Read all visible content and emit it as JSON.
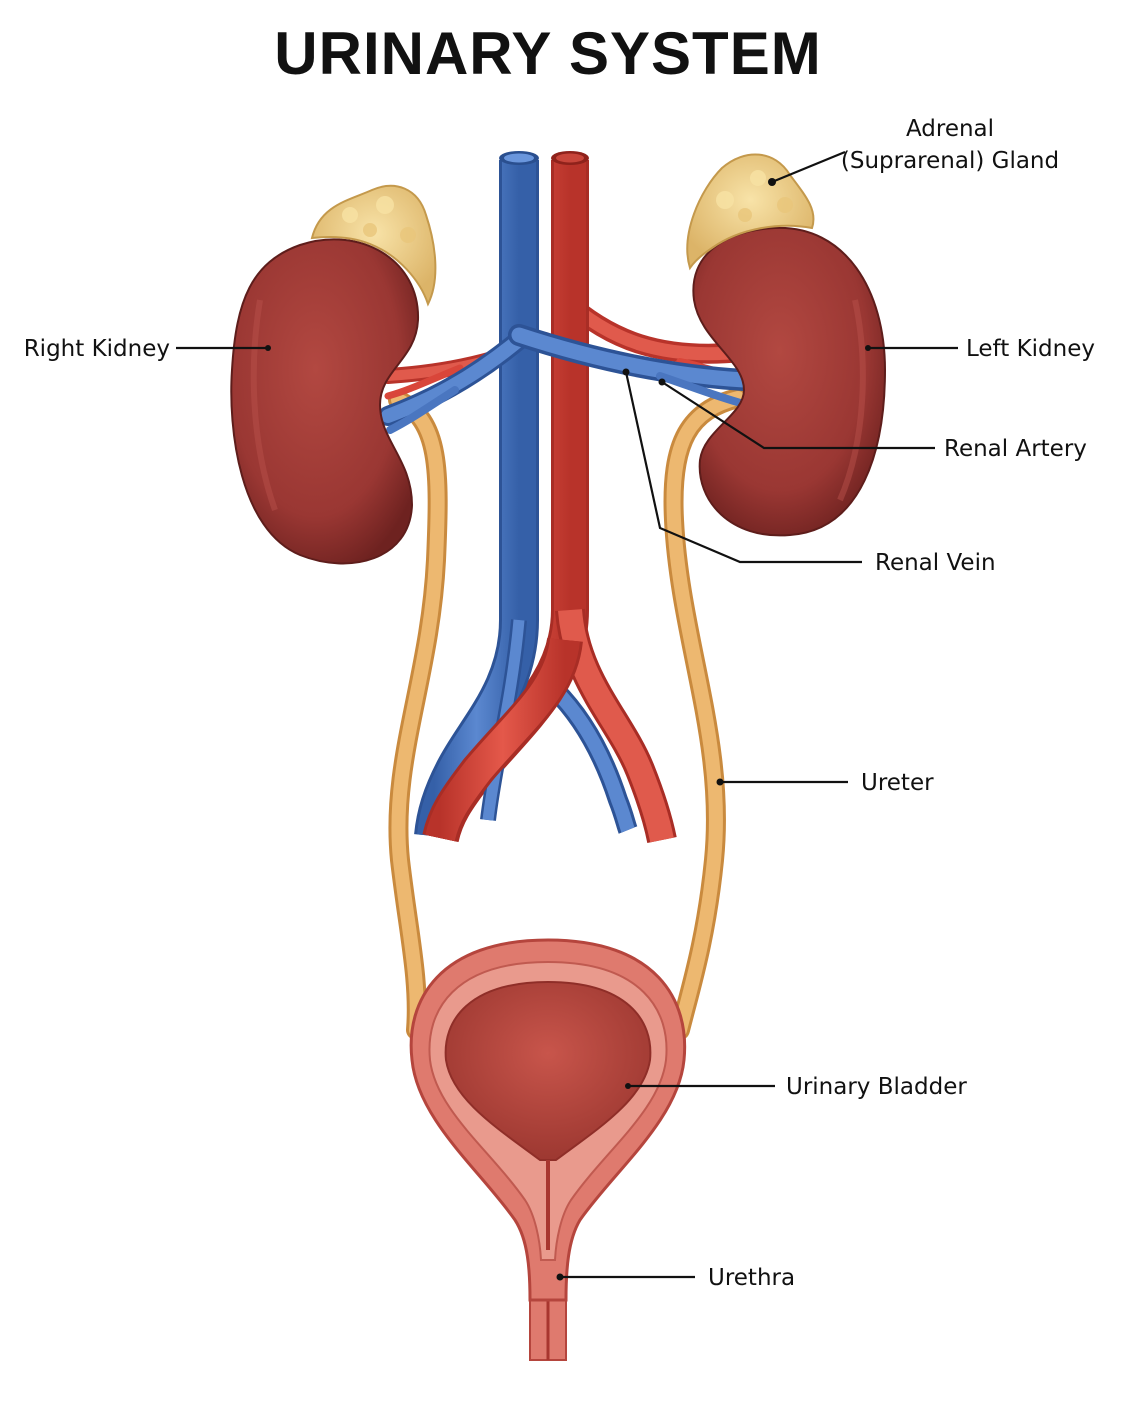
{
  "title": "URINARY SYSTEM",
  "labels": {
    "adrenal_line1": "Adrenal",
    "adrenal_line2": "(Suprarenal) Gland",
    "right_kidney": "Right Kidney",
    "left_kidney": "Left Kidney",
    "renal_artery": "Renal Artery",
    "renal_vein": "Renal Vein",
    "ureter": "Ureter",
    "urinary_bladder": "Urinary Bladder",
    "urethra": "Urethra"
  },
  "colors": {
    "kidney": "#9e3a35",
    "kidney_dark": "#6e2220",
    "adrenal": "#f1d490",
    "vein": "#4a76c0",
    "artery": "#d9463a",
    "ureter": "#e9b266",
    "bladder": "#df7a6e",
    "bladder_inner": "#b5453d"
  }
}
